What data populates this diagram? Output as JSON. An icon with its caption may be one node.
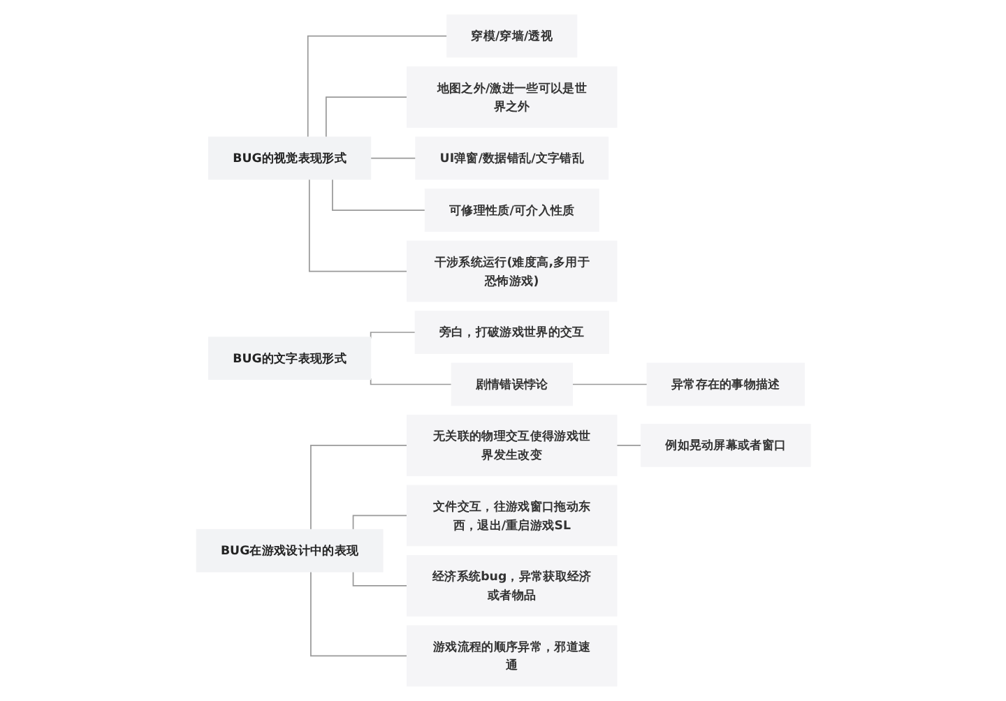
{
  "diagram": {
    "nodes": [
      {
        "text": [
          "BUG的视觉表现形式"
        ]
      },
      {
        "text": [
          "穿模/穿墙/透视"
        ]
      },
      {
        "text": [
          "地图之外/激进一些可以是世界之外"
        ]
      },
      {
        "text": [
          "UI弹窗/数据错乱/文字错乱"
        ]
      },
      {
        "text": [
          "可修理性质/可介入性质"
        ]
      },
      {
        "text": [
          "干涉系统运行(难度高,多用于恐怖游戏)"
        ]
      },
      {
        "text": [
          "BUG的文字表现形式"
        ]
      },
      {
        "text": [
          "旁白，打破游戏世界的交互"
        ]
      },
      {
        "text": [
          "剧情错误悖论"
        ]
      },
      {
        "text": [
          "异常存在的事物描述"
        ]
      },
      {
        "text": [
          "BUG在游戏设计中的表现"
        ]
      },
      {
        "text": [
          "无关联的物理交互使得游戏世界发生改变"
        ]
      },
      {
        "text": [
          "例如晃动屏幕或者窗口"
        ]
      },
      {
        "text": [
          "文件交互，往游戏窗口拖动东西，退出/重启游戏SL"
        ]
      },
      {
        "text": [
          "经济系统bug，异常获取经济或者物品"
        ]
      },
      {
        "text": [
          "游戏流程的顺序异常，邪道速通"
        ]
      }
    ],
    "edges": [
      {
        "from": 0,
        "to": 1,
        "arrow": "none"
      },
      {
        "from": 0,
        "to": 2,
        "arrow": "none"
      },
      {
        "from": 0,
        "to": 3,
        "arrow": "none"
      },
      {
        "from": 0,
        "to": 4,
        "arrow": "none"
      },
      {
        "from": 0,
        "to": 5,
        "arrow": "none"
      },
      {
        "from": 6,
        "to": 7,
        "arrow": "none"
      },
      {
        "from": 6,
        "to": 8,
        "arrow": "none"
      },
      {
        "from": 8,
        "to": 9,
        "arrow": "none"
      },
      {
        "from": 10,
        "to": 11,
        "arrow": "none"
      },
      {
        "from": 10,
        "to": 13,
        "arrow": "none"
      },
      {
        "from": 10,
        "to": 14,
        "arrow": "none"
      },
      {
        "from": 10,
        "to": 15,
        "arrow": "none"
      },
      {
        "from": 11,
        "to": 12,
        "arrow": "none"
      }
    ]
  }
}
